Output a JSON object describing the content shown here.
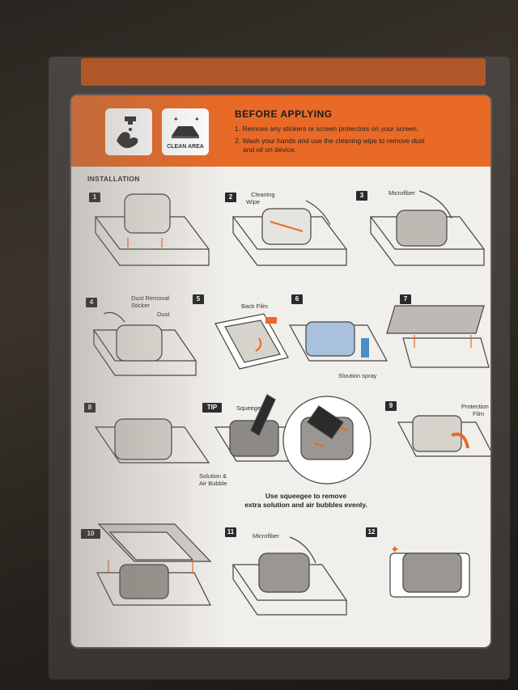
{
  "header": {
    "clean_area_label": "CLEAN AREA",
    "title": "BEFORE APPLYING",
    "lines": [
      "1. Remove any stickers or screen protectors on your screen.",
      "2. Wash your hands and use the cleaning wipe to remove dust",
      "and oil on device."
    ]
  },
  "section_label": "INSTALLATION",
  "steps": [
    "1",
    "2",
    "3",
    "4",
    "5",
    "6",
    "7",
    "8",
    "TIP",
    "9",
    "10",
    "11",
    "12"
  ],
  "labels": {
    "cleaning_wipe": [
      "Cleaning",
      "Wipe"
    ],
    "microfiber": "Microfiber",
    "dust_removal_sticker": [
      "Dust Removal",
      "Sticker"
    ],
    "dust": "Dust",
    "back_film": "Back Film",
    "solution_spray": "Sloution spray",
    "squeegee": "Squeegee",
    "solution_air_bubble": [
      "Solution &",
      "Air Bubble"
    ],
    "protection_film": [
      "Protection",
      "Film"
    ],
    "microfiber_2": "Microfiber"
  },
  "tip_caption": [
    "Use squeegee to remove",
    "extra solution and air bubbles evenly."
  ],
  "colors": {
    "accent_orange": "#e86a26",
    "card": "#f1efec",
    "ink": "#2b2b2b"
  }
}
